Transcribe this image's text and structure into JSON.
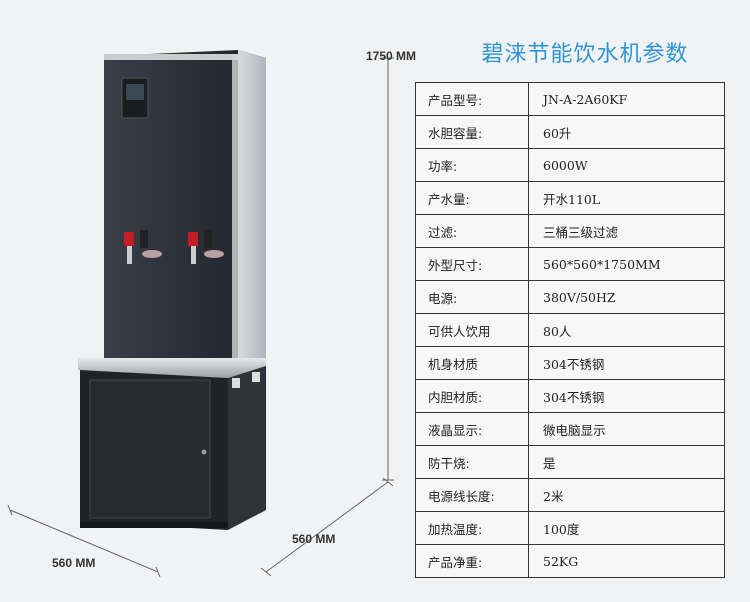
{
  "title": "碧涞节能饮水机参数",
  "dimensions": {
    "height": "1750 MM",
    "depth": "560 MM",
    "width": "560 MM"
  },
  "specs": [
    {
      "label": "产品型号:",
      "value": "JN-A-2A60KF"
    },
    {
      "label": "水胆容量:",
      "value": "60升"
    },
    {
      "label": "功率:",
      "value": "6000W"
    },
    {
      "label": "产水量:",
      "value": "开水110L"
    },
    {
      "label": "过滤:",
      "value": "三桶三级过滤"
    },
    {
      "label": "外型尺寸:",
      "value": "560*560*1750MM"
    },
    {
      "label": "电源:",
      "value": "380V/50HZ"
    },
    {
      "label": "可供人饮用",
      "value": "80人"
    },
    {
      "label": "机身材质",
      "value": "304不锈钢"
    },
    {
      "label": "内胆材质:",
      "value": "304不锈钢"
    },
    {
      "label": "液晶显示:",
      "value": "微电脑显示"
    },
    {
      "label": "防干烧:",
      "value": "是"
    },
    {
      "label": "电源线长度:",
      "value": "2米"
    },
    {
      "label": "加热温度:",
      "value": "100度"
    },
    {
      "label": "产品净重:",
      "value": "52KG"
    }
  ],
  "colors": {
    "title": "#2e95d6",
    "machine": "#2b2f36"
  }
}
